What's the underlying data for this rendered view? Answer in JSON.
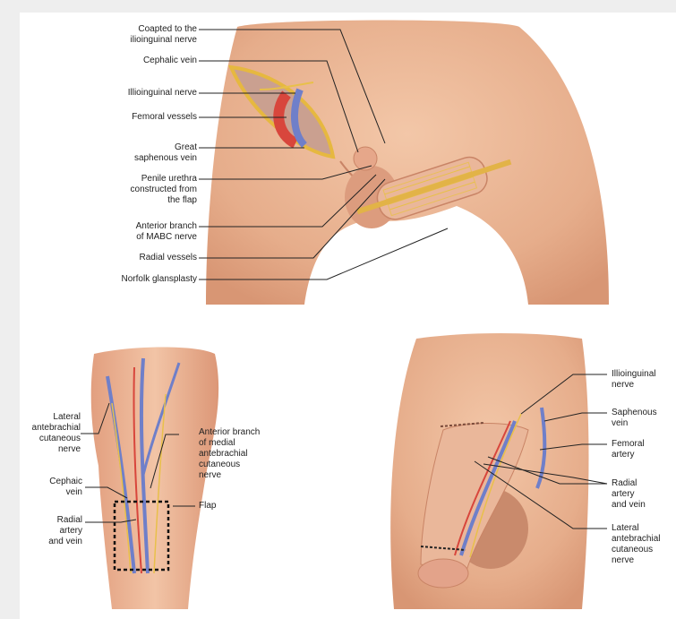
{
  "figure": {
    "top_panel": {
      "labels": [
        "Coapted to the\nilioinguinal nerve",
        "Cephalic vein",
        "Illioinguinal nerve",
        "Femoral vessels",
        "Great\nsaphenous vein",
        "Penile urethra\nconstructed from\nthe flap",
        "Anterior branch\nof MABC nerve",
        "Radial vessels",
        "Norfolk glansplasty"
      ]
    },
    "forearm_panel": {
      "labels": [
        "Lateral\nantebrachial\ncutaneous\nnerve",
        "Cephaic\nvein",
        "Radial\nartery\nand vein",
        "Anterior branch\nof medial\nantebrachial\ncutaneous\nnerve",
        "Flap"
      ]
    },
    "result_panel": {
      "labels": [
        "Illioinguinal\nnerve",
        "Saphenous\nvein",
        "Femoral\nartery",
        "Radial\nartery\nand vein",
        "Lateral\nantebrachial\ncutaneous\nnerve"
      ]
    },
    "colors": {
      "skin": "#e9b391",
      "skin_shadow": "#d9987a",
      "vein": "#6f7fc9",
      "artery": "#d8463c",
      "nerve": "#e8c04a",
      "leader": "#222222"
    }
  }
}
